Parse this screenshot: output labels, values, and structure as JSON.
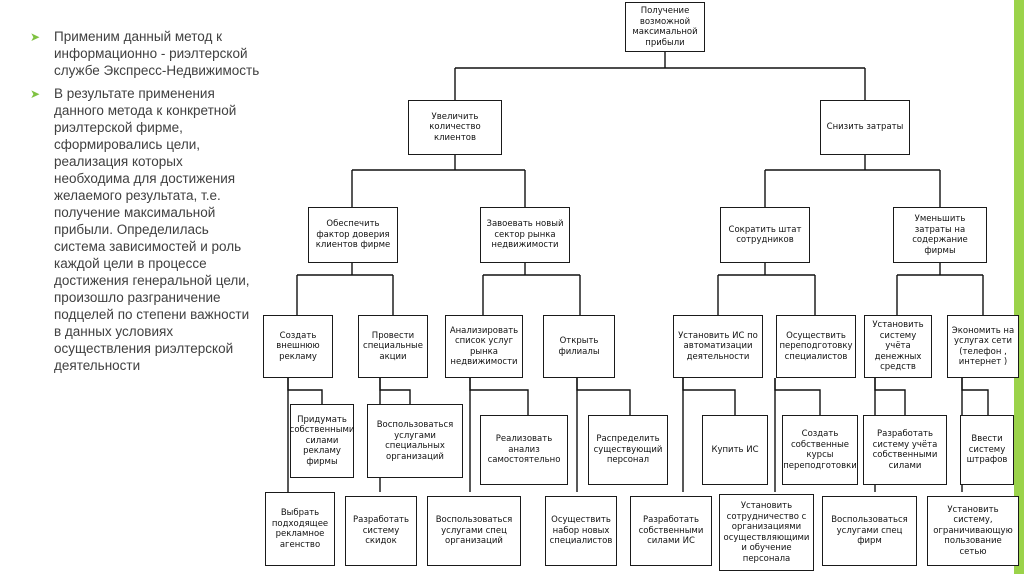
{
  "slide": {
    "accent_color": "#9bd34a",
    "bullets": [
      {
        "text": "Применим данный метод к информационно - риэлтерской службе Экспресс-Недвижимость"
      },
      {
        "text": "В результате применения данного метода к конкретной риэлтерской фирме, сформировались цели, реализация которых необходима для достижения желаемого результата, т.е. получение максимальной прибыли. Определилась система зависимостей и роль каждой цели в процессе достижения генеральной цели, произошло разграничение подцелей по степени важности в данных условиях осуществления риэлтерской деятельности"
      }
    ]
  },
  "tree": {
    "root": "Получение возможной максимальной прибыли",
    "level1": [
      "Увеличить количество клиентов",
      "Снизить затраты"
    ],
    "level2": [
      "Обеспечить фактор доверия клиентов фирме",
      "Завоевать новый сектор рынка недвижимости",
      "Сократить штат сотрудников",
      "Уменьшить затраты на содержание фирмы"
    ],
    "level3": [
      "Создать внешнюю рекламу",
      "Провести специальные акции",
      "Анализировать список услуг рынка недвижимости",
      "Открыть филиалы",
      "Установить ИС по автоматизации деятельности",
      "Осуществить переподготовку специалистов",
      "Установить систему учёта денежных средств",
      "Экономить на услугах сети (телефон , интернет )"
    ],
    "level4": [
      "Придумать собственными силами рекламу фирмы",
      "Воспользоваться услугами специальных организаций",
      "Реализовать анализ самостоятельно",
      "Распределить существующий персонал",
      "Купить ИС",
      "Создать собственные курсы переподготовки",
      "Разработать систему учёта собственными силами",
      "Ввести систему штрафов"
    ],
    "level5": [
      "Выбрать подходящее рекламное агенство",
      "Разработать систему скидок",
      "Воспользоваться услугами спец организаций",
      "Осуществить набор новых специалистов",
      "Разработать собственными силами ИС",
      "Установить сотрудничество с организациями осуществляющими и обучение персонала",
      "Воспользоваться услугами спец фирм",
      "Установить систему, ограничивающую пользование сетью"
    ]
  }
}
